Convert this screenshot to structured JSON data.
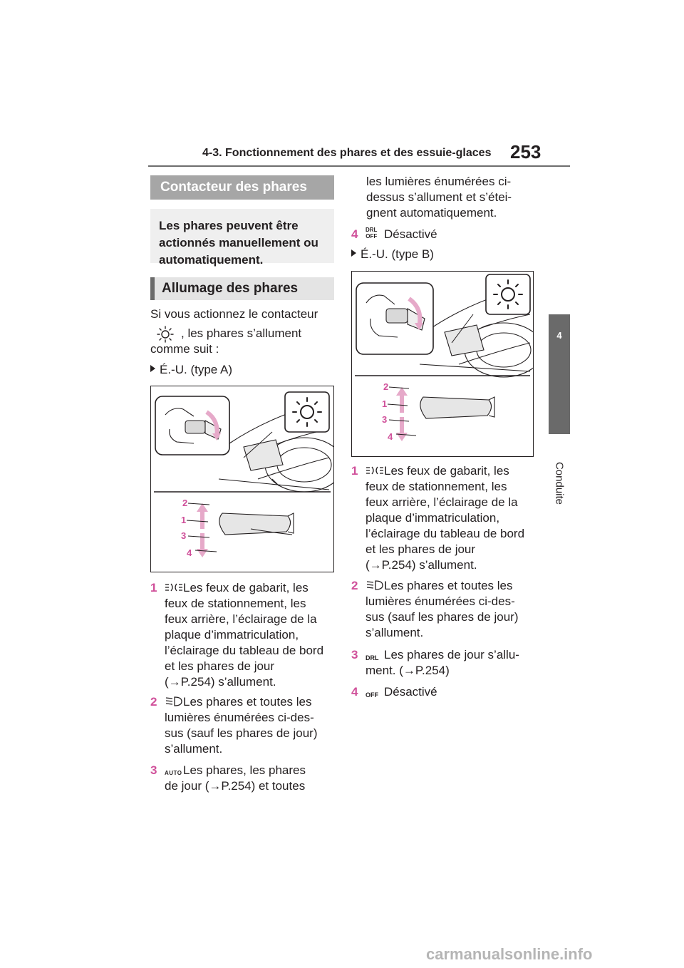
{
  "header": {
    "title": "4-3. Fonctionnement des phares et des essuie-glaces",
    "page_number": "253"
  },
  "side_tab": {
    "number": "4",
    "label": "Conduite"
  },
  "section_heading": "Contacteur des phares",
  "intro": "Les phares peuvent être actionnés manuellement ou automatiquement.",
  "subheading": "Allumage des phares",
  "body": {
    "line1": "Si vous actionnez le contacteur",
    "line2": ", les phares s’allument",
    "line3": "comme suit :"
  },
  "variant_a": {
    "label": "É.-U. (type A)",
    "figure_labels": [
      "2",
      "1",
      "3",
      "4"
    ],
    "items": [
      {
        "num": "1",
        "icon": "parking-lights-icon",
        "lines": [
          "Les feux de gabarit, les",
          "feux de stationnement, les",
          "feux arrière, l’éclairage de la",
          "plaque d’immatriculation,",
          "l’éclairage du tableau de bord",
          "et les phares de jour",
          "(→P.254) s’allument."
        ]
      },
      {
        "num": "2",
        "icon": "headlight-icon",
        "lines": [
          "Les phares et toutes les",
          "lumières énumérées ci-des-",
          "sus (sauf les phares de jour)",
          "s’allument."
        ]
      },
      {
        "num": "3",
        "icon": "auto-icon",
        "icon_text": "AUTO",
        "lines": [
          "Les phares, les phares",
          "de jour (→P.254) et toutes"
        ]
      }
    ]
  },
  "col2_top": {
    "lines": [
      "les lumières énumérées ci-",
      "dessus s’allument et s’étei-",
      "gnent automatiquement."
    ],
    "item4": {
      "num": "4",
      "icon": "drl-off-icon",
      "icon_text_top": "DRL",
      "icon_text_bottom": "OFF",
      "text": "Désactivé"
    }
  },
  "variant_b": {
    "label": "É.-U. (type B)",
    "figure_labels": [
      "2",
      "1",
      "3",
      "4"
    ],
    "items": [
      {
        "num": "1",
        "icon": "parking-lights-icon",
        "lines": [
          "Les feux de gabarit, les",
          "feux de stationnement, les",
          "feux arrière, l’éclairage de la",
          "plaque d’immatriculation,",
          "l’éclairage du tableau de bord",
          "et les phares de jour",
          "(→P.254) s’allument."
        ]
      },
      {
        "num": "2",
        "icon": "headlight-icon",
        "lines": [
          "Les phares et toutes les",
          "lumières énumérées ci-des-",
          "sus (sauf les phares de jour)",
          "s’allument."
        ]
      },
      {
        "num": "3",
        "icon": "drl-icon",
        "icon_text": "DRL",
        "lines": [
          "Les phares de jour s’allu-",
          "ment. (→P.254)"
        ]
      },
      {
        "num": "4",
        "icon": "off-icon",
        "icon_text": "OFF",
        "lines": [
          "Désactivé"
        ]
      }
    ]
  },
  "watermark": "carmanualsonline.info",
  "colors": {
    "accent": "#d0509a",
    "tab": "#6a6a6a",
    "heading_bg": "#a6a6a6"
  }
}
